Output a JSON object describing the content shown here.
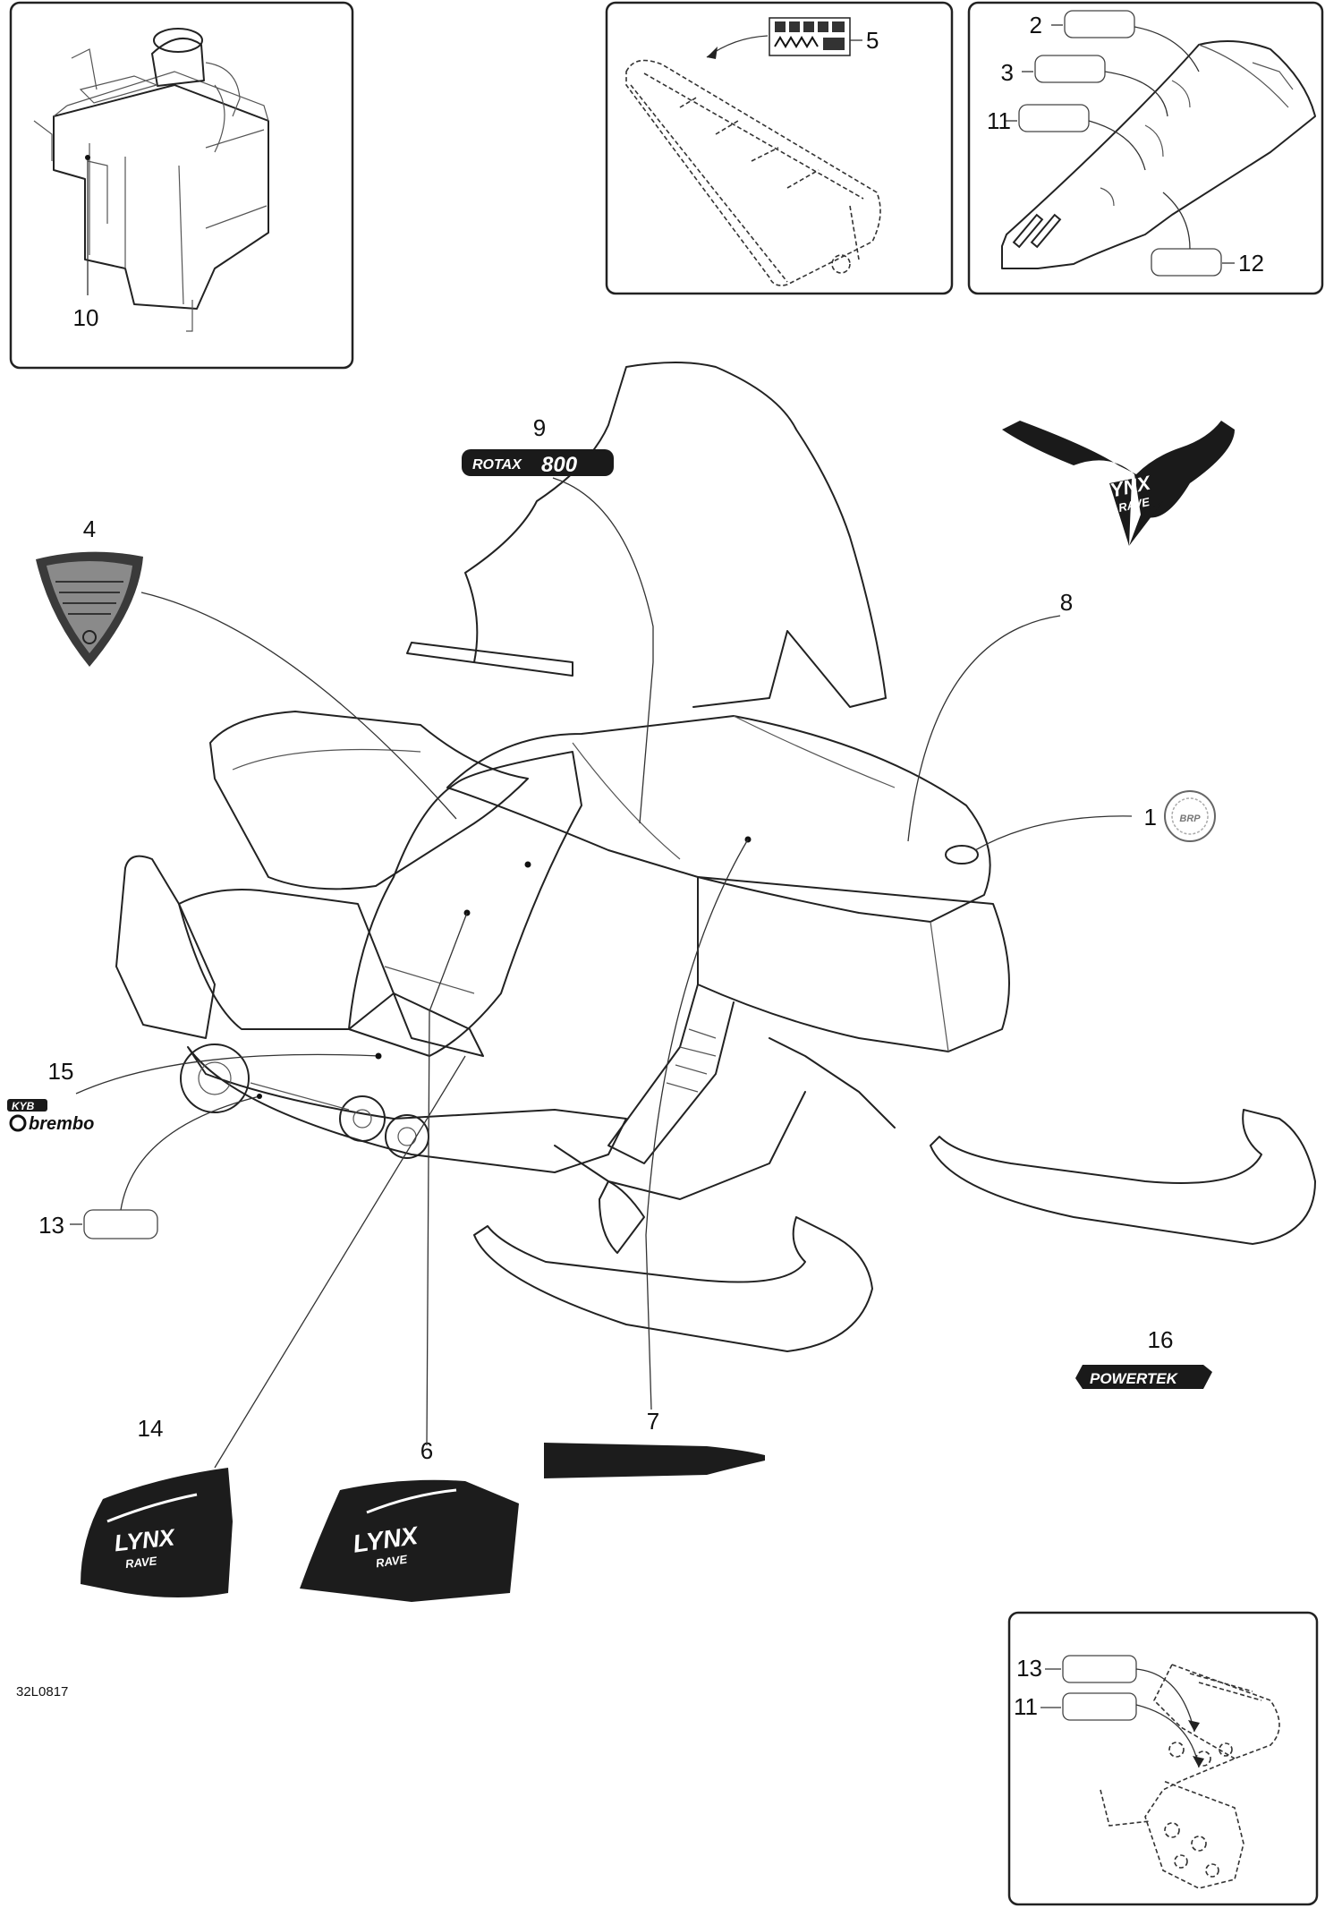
{
  "callouts": {
    "c1": "1",
    "c2": "2",
    "c3": "3",
    "c4": "4",
    "c5": "5",
    "c6": "6",
    "c7": "7",
    "c8": "8",
    "c9": "9",
    "c10": "10",
    "c11a": "11",
    "c11b": "11",
    "c12": "12",
    "c13a": "13",
    "c13b": "13",
    "c14": "14",
    "c15": "15",
    "c16": "16"
  },
  "figure_code": "32L0817",
  "decals": {
    "rotax_word": "ROTAX",
    "rotax_number": "800",
    "lynx_word": "LYNX",
    "lynx_sub": "RAVE",
    "kyb": "KYB",
    "brembo": "brembo",
    "powertek": "POWERTEK"
  },
  "icons": [
    "fuel-tank-drawing",
    "seat-drawing",
    "fender-drawing",
    "snowmobile-drawing",
    "footrest-drawing",
    "brp-logo-icon",
    "warning-label-icon"
  ]
}
